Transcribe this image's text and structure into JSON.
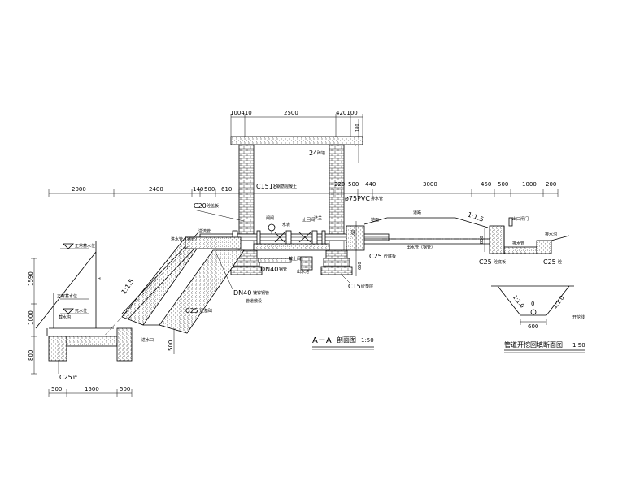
{
  "dims_top": {
    "left": "100410",
    "mid": "2500",
    "right": "420100"
  },
  "dims_right_stack": {
    "a": "180",
    "b": "100"
  },
  "dims_row": [
    "2000",
    "2400",
    "140",
    "500",
    "610",
    "220",
    "500",
    "440",
    "3000",
    "450",
    "500",
    "1000",
    "200"
  ],
  "dims_left": [
    "1590",
    "1000",
    "800"
  ],
  "dims_bottom": [
    "500",
    "1500",
    "500"
  ],
  "dims_gate": [
    "160",
    "660",
    "800"
  ],
  "dim_slope_bottom": "500",
  "dim_trap_width": "600",
  "labels": {
    "c1518": "C1518",
    "c1518_note": "钢筋混凝土",
    "wall24": "24",
    "wall24_note": "砖墙",
    "pvc": "ø75PVC",
    "pvc_note": "排水管",
    "c20": "C20",
    "c20_note": "砼盖板",
    "c25_right": "C25",
    "c25_right_note": "砼底板",
    "c25_mid": "C25",
    "c25_mid_note": "砼基础",
    "c25_left": "C25",
    "c25_left_note": "砼",
    "c25_ditch": "C25",
    "c25_ditch_note": "砼底板",
    "c25_ditch2": "C25",
    "c25_ditch2_note": "砼",
    "c15": "C15",
    "c15_note": "砼垫层",
    "dn40_a": "DN40",
    "dn40_a_note": "钢管",
    "dn40_b": "DN40",
    "dn40_b_note": "镀锌钢管",
    "dn40_b_sub": "管道敷设",
    "slope_a": "1:1.5",
    "slope_b": "1:1.5",
    "slope_c": "1:1.0",
    "slope_d": "1:1.0",
    "ground": "地面",
    "road": "道路",
    "gate": "出口闸门",
    "outlet_pipe": "出水管（钢管）",
    "pipe_note": "排水管",
    "level_high": "正常蓄水位",
    "level_low": "死水位",
    "level_mid": "正常蓄水位",
    "inlet": "进水口",
    "valve": "闸阀",
    "flowmeter": "水表",
    "check": "止回阀",
    "flange": "法兰",
    "stop": "截止阀",
    "pump": "出水池",
    "water": "溢流管",
    "small1": "进水管（钢管）",
    "small2": "排水沟",
    "small3": "截水沟",
    "small4": "开挖线",
    "level_mark": "H",
    "zero": "0"
  },
  "titles": {
    "section": "A－A",
    "section_note": "剖面图",
    "section_scale": "1:50",
    "trench": "管道开挖回填断面图",
    "trench_scale": "1:50"
  }
}
